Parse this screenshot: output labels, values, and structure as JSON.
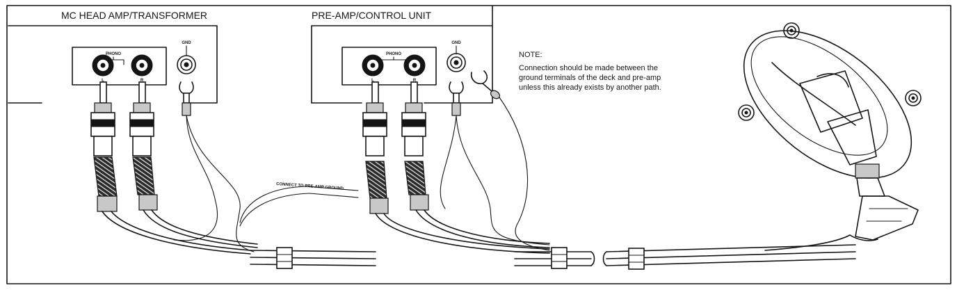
{
  "labels": {
    "head_amp_title": "MC HEAD AMP/TRANSFORMER",
    "preamp_title": "PRE-AMP/CONTROL UNIT",
    "phono": "PHONO",
    "left": "L",
    "right": "R",
    "gnd": "GND",
    "connect_ground": "CONNECT TO PRE-AMP GROUND"
  },
  "note": {
    "heading": "NOTE:",
    "line1": "Connection should be made between the",
    "line2": "ground terminals of the deck and pre-amp",
    "line3": "unless this already exists by another path."
  },
  "colors": {
    "ink": "#141414",
    "paper": "#ffffff",
    "shade": "#c8c8c8"
  }
}
